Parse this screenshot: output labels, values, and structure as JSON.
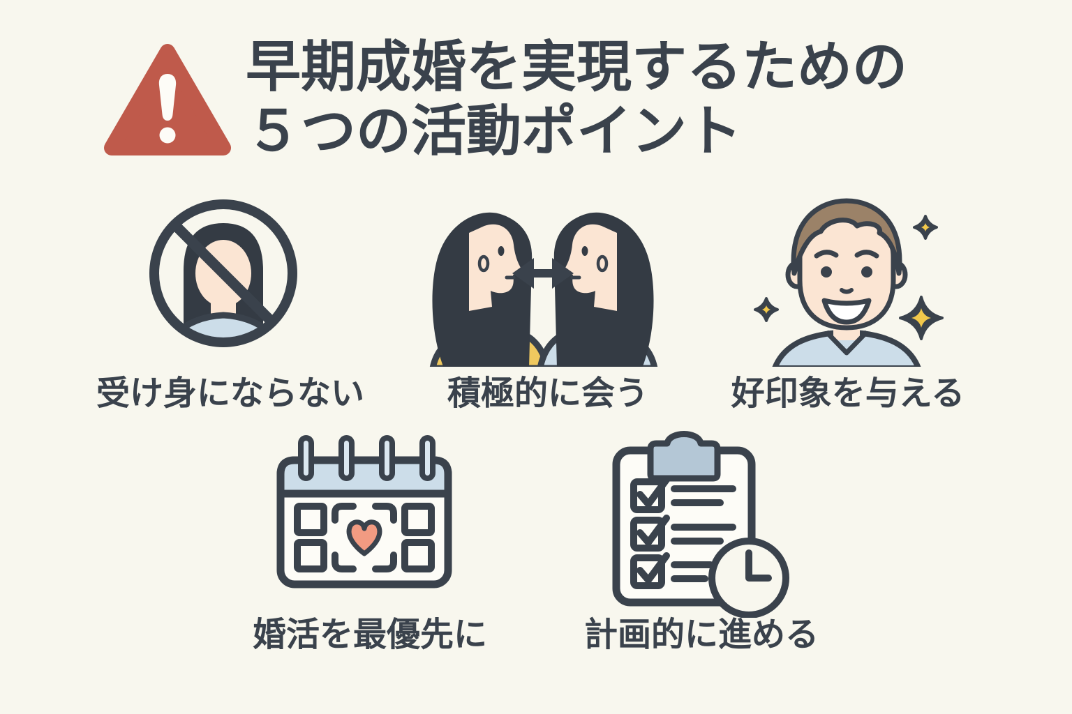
{
  "infographic": {
    "title_line1": "早期成婚を実現するための",
    "title_line2": "５つの活動ポイント",
    "points": [
      {
        "label": "受け身にならない",
        "icon": "no-passive-avatar-icon"
      },
      {
        "label": "積極的に会う",
        "icon": "mutual-meeting-icon"
      },
      {
        "label": "好印象を与える",
        "icon": "good-impression-icon"
      },
      {
        "label": "婚活を最優先に",
        "icon": "calendar-heart-icon"
      },
      {
        "label": "計画的に進める",
        "icon": "checklist-clock-icon"
      }
    ],
    "colors": {
      "background": "#f8f7ee",
      "text_dark": "#3a424c",
      "warning_red": "#bf5a4b",
      "outline_dark": "#3a424c",
      "hair_dark": "#343b44",
      "hair_brown": "#9b8268",
      "skin": "#fbe5d3",
      "shirt_light_blue": "#ccdde9",
      "blouse_yellow": "#f0c95f",
      "sparkle_yellow": "#f2c84b",
      "heart_salmon": "#f29b82",
      "clip_blue_grey": "#b4c7d6",
      "paper_white": "#fdfcf7"
    }
  }
}
